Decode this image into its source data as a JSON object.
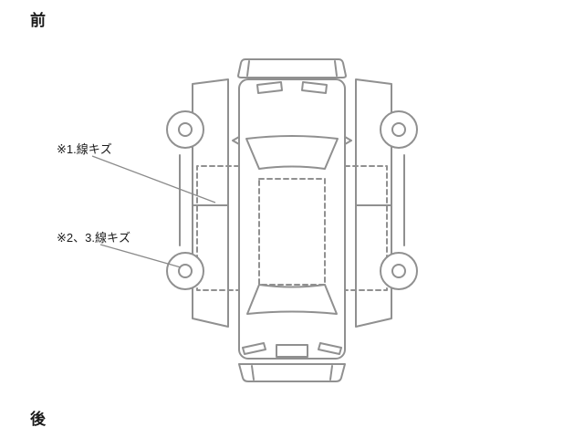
{
  "labels": {
    "front": "前",
    "rear": "後"
  },
  "annotations": [
    {
      "text": "※1.線キズ"
    },
    {
      "text": "※2、3.線キズ"
    }
  ],
  "diagram": {
    "description_names": [
      "car-top-view-unfolded",
      "damage-zone-dashed-outline"
    ],
    "colors": {
      "background": "#ffffff",
      "diagram_line": "#909090",
      "leader_line": "#8a8a8a",
      "text": "#1a1a1a"
    }
  }
}
